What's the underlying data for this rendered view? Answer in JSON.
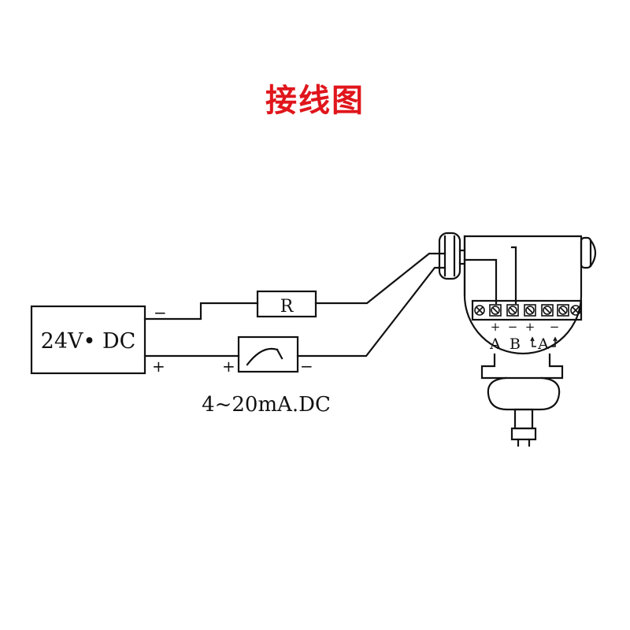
{
  "title": "接线图",
  "power_supply_label": "24V• DC",
  "resistor_label": "R",
  "current_label": "4~20mA.DC",
  "psu_minus": "−",
  "psu_plus": "+",
  "meter_plus": "+",
  "meter_minus": "−",
  "terminal_signs": [
    "+",
    "−",
    "+",
    "−"
  ],
  "terminal_labels": [
    "A",
    "B",
    "A"
  ],
  "colors": {
    "title": "#e0161c",
    "line": "#111111"
  }
}
